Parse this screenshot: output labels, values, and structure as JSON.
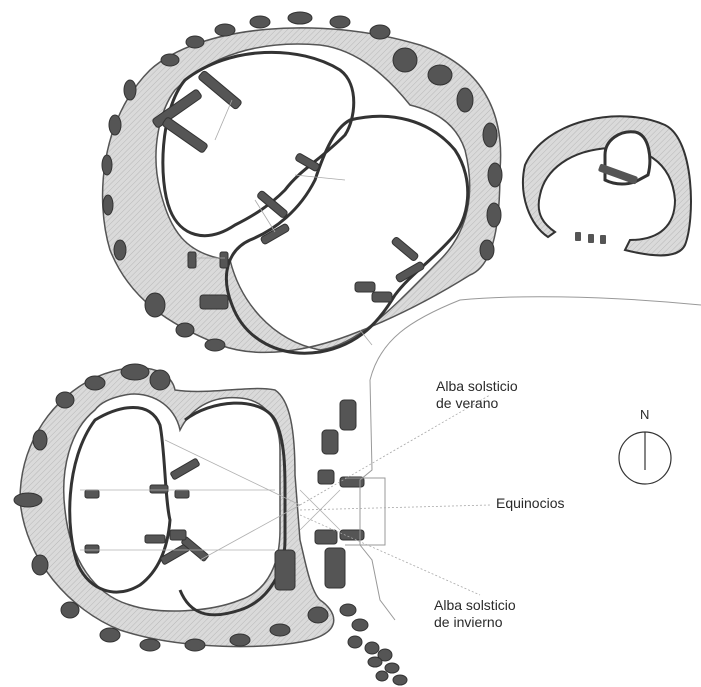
{
  "labels": {
    "summer_line1": "Alba solsticio",
    "summer_line2": "de verano",
    "equinox": "Equinocios",
    "winter_line1": "Alba solsticio",
    "winter_line2": "de invierno",
    "north": "N"
  },
  "colors": {
    "wall_fill": "#d6d6d6",
    "stone": "#555555",
    "stone_edge": "#333333",
    "line": "#999999",
    "text": "#2a2a2a"
  },
  "icons": [
    "compass-icon"
  ]
}
